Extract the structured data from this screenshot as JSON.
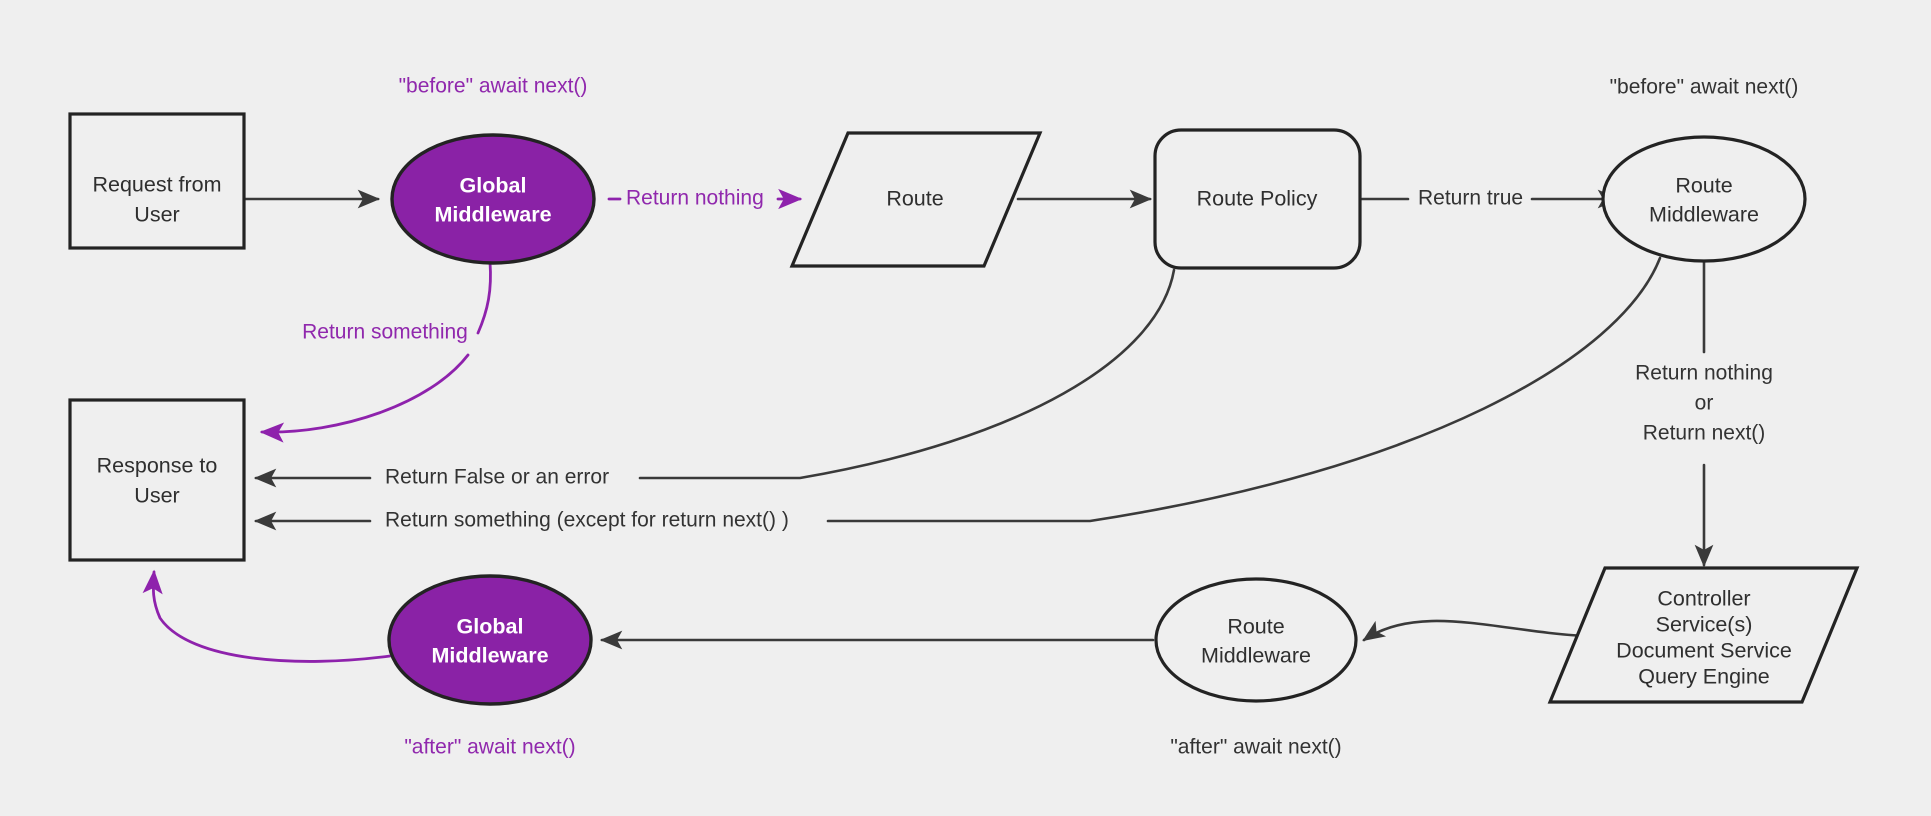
{
  "diagram": {
    "title": "Middleware request lifecycle flowchart",
    "background_color": "#efefef",
    "accent_purple": "#8a22a6",
    "line_color": "#3a3a3a",
    "nodes": {
      "request_from_user": {
        "line1": "Request from",
        "line2": "User",
        "shape": "rectangle"
      },
      "global_middleware_before": {
        "line1": "Global",
        "line2": "Middleware",
        "shape": "ellipse",
        "color": "#8a22a6"
      },
      "route": {
        "line1": "Route",
        "shape": "parallelogram"
      },
      "route_policy": {
        "line1": "Route Policy",
        "shape": "rounded-rectangle"
      },
      "route_middleware_before": {
        "line1": "Route",
        "line2": "Middleware",
        "shape": "ellipse"
      },
      "controller_services": {
        "line1": "Controller",
        "line2": "Service(s)",
        "line3": "Document Service",
        "line4": "Query Engine",
        "shape": "parallelogram"
      },
      "route_middleware_after": {
        "line1": "Route",
        "line2": "Middleware",
        "shape": "ellipse"
      },
      "global_middleware_after": {
        "line1": "Global",
        "line2": "Middleware",
        "shape": "ellipse",
        "color": "#8a22a6"
      },
      "response_to_user": {
        "line1": "Response to",
        "line2": "User",
        "shape": "rectangle"
      }
    },
    "annotations": {
      "global_before_phase": "\"before\" await next()",
      "route_middleware_before_phase": "\"before\" await next()",
      "global_after_phase": "\"after\" await next()",
      "route_middleware_after_phase": "\"after\" await next()"
    },
    "edge_labels": {
      "return_nothing": "Return nothing",
      "return_something": "Return something",
      "return_true": "Return true",
      "return_false_or_error": "Return False or an error",
      "return_something_except_next": "Return something (except for return next() )",
      "return_nothing_or_next_line1": "Return nothing",
      "return_nothing_or_next_line2": "or",
      "return_nothing_or_next_line3": "Return next()"
    }
  }
}
